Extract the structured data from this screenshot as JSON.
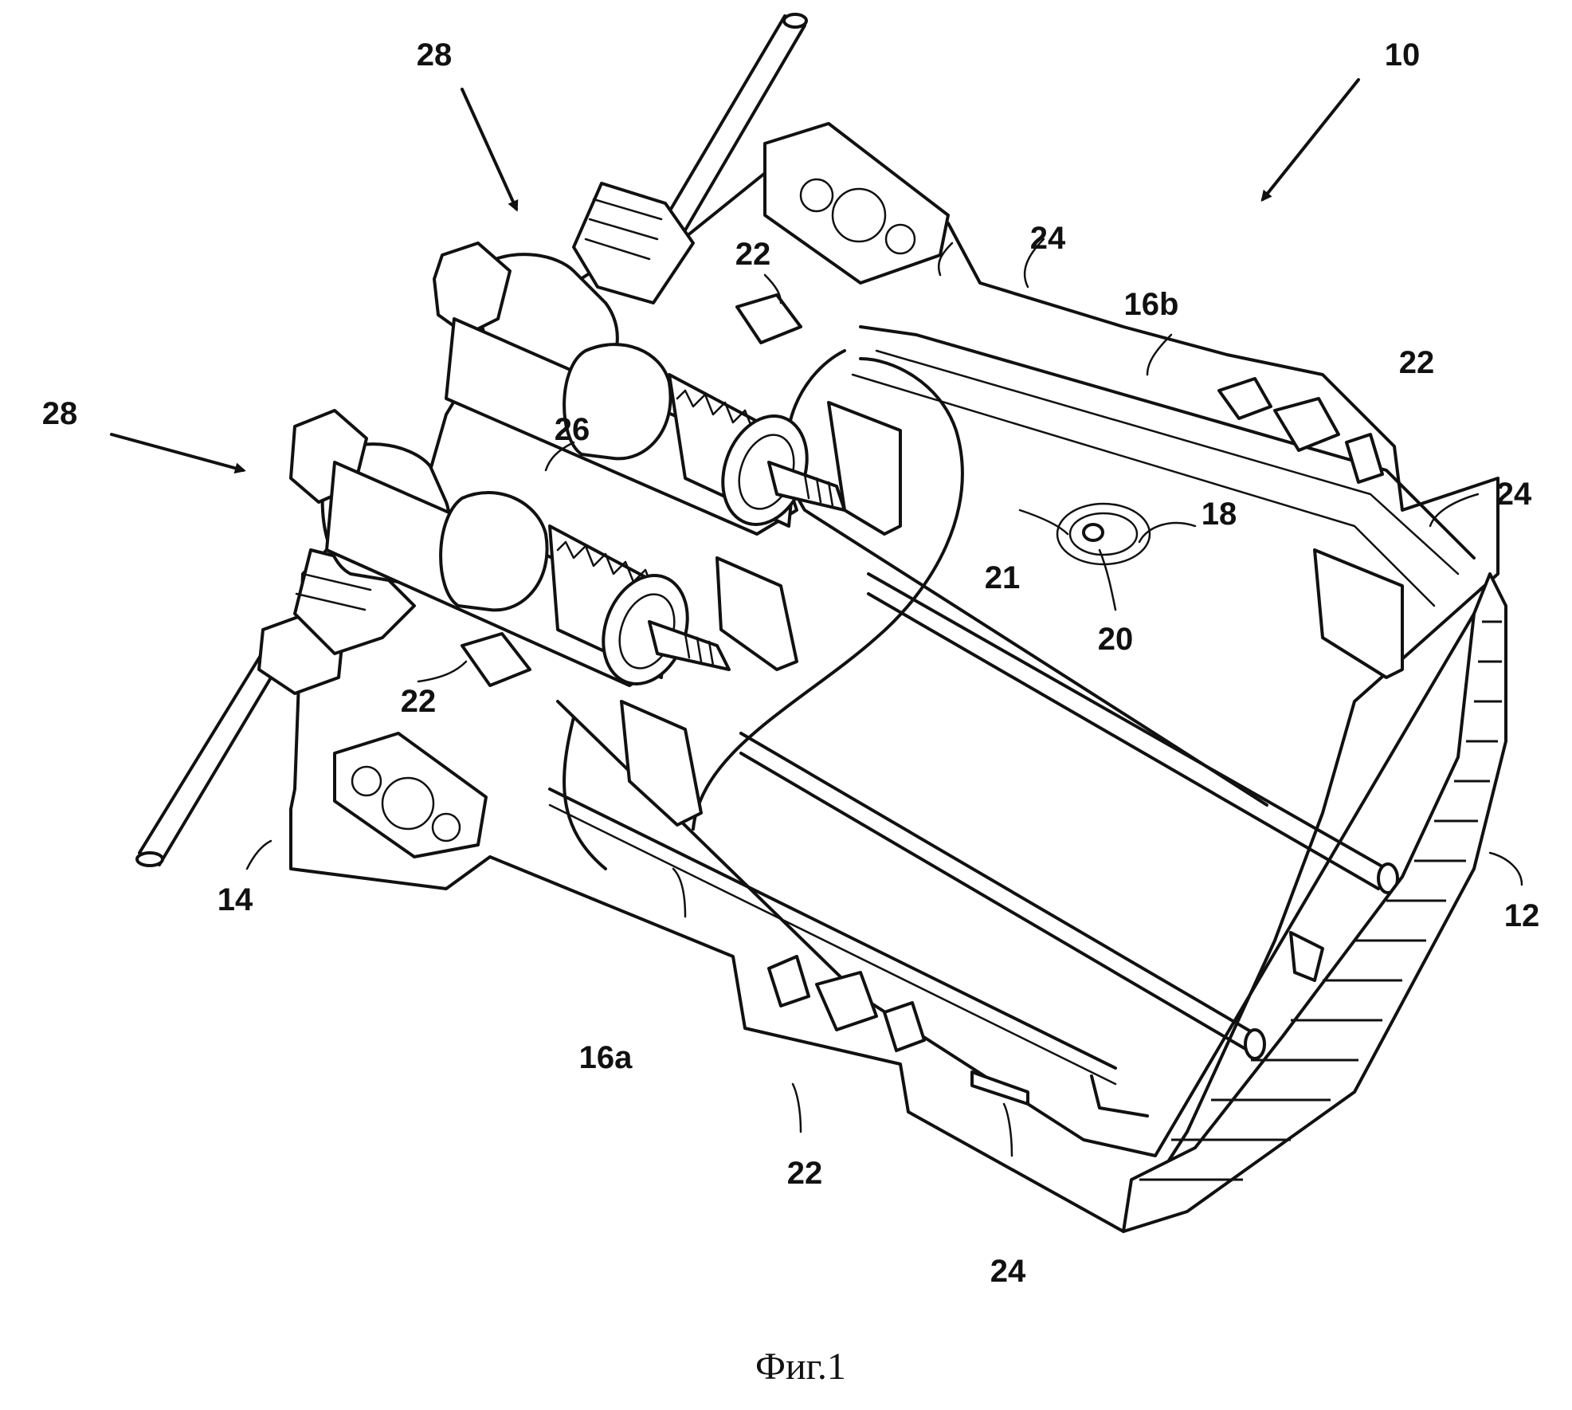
{
  "figure": {
    "caption": "Фиг.1",
    "labels": {
      "l10": "10",
      "l12": "12",
      "l14": "14",
      "l16a": "16a",
      "l16b": "16b",
      "l18": "18",
      "l20": "20",
      "l21": "21",
      "l22": "22",
      "l24": "24",
      "l26": "26",
      "l28": "28"
    }
  }
}
